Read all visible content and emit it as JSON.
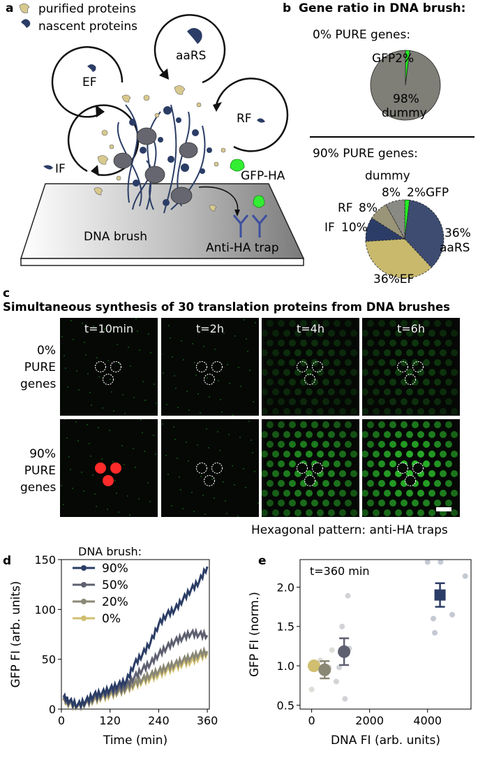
{
  "panel_a": {
    "letter": "a",
    "legend": {
      "purified": "purified proteins",
      "nascent": "nascent proteins"
    },
    "labels": {
      "aaRS": "aaRS",
      "EF": "EF",
      "RF": "RF",
      "IF": "IF",
      "gfp_ha": "GFP-HA",
      "dna_brush": "DNA brush",
      "anti_ha": "Anti-HA trap"
    },
    "colors": {
      "purified": "#d8c98e",
      "nascent": "#2b3d66",
      "dna": "#2b3d66",
      "gfp": "#33ee33",
      "ribosome": "#666670"
    }
  },
  "panel_b": {
    "letter": "b",
    "title": "Gene ratio in DNA brush:",
    "pie1": {
      "subtitle": "0% PURE genes:",
      "label_gfp": "GFP2%",
      "label_dummy_pct": "98%",
      "label_dummy": "dummy"
    },
    "pie2": {
      "subtitle": "90% PURE genes:",
      "label_dummy": "dummy",
      "labels": {
        "dummy_pct": "8%",
        "gfp_pct": "2%GFP",
        "rf": "RF",
        "rf_pct": "8%",
        "if": "IF",
        "if_pct": "10%",
        "aars_pct": "36%",
        "aars": "aaRS",
        "ef": "36%EF"
      }
    }
  },
  "panel_c": {
    "letter": "c",
    "title": "Simultaneous synthesis of 30 translation proteins from DNA brushes",
    "time_labels": [
      "t=10min",
      "t=2h",
      "t=4h",
      "t=6h"
    ],
    "row_labels": [
      [
        "0%",
        "PURE",
        "genes"
      ],
      [
        "90%",
        "PURE",
        "genes"
      ]
    ],
    "caption": "Hexagonal pattern: anti-HA traps"
  },
  "panel_d": {
    "letter": "d"
  },
  "panel_e": {
    "letter": "e"
  },
  "chart_data": [
    {
      "type": "pie",
      "subtitle": "0% PURE genes:",
      "slices": [
        {
          "label": "GFP",
          "value": 2,
          "color": "#22ee22"
        },
        {
          "label": "dummy",
          "value": 98,
          "color": "#7f7f78"
        }
      ]
    },
    {
      "type": "pie",
      "subtitle": "90% PURE genes:",
      "slices": [
        {
          "label": "GFP",
          "value": 2,
          "color": "#22ee22"
        },
        {
          "label": "aaRS",
          "value": 36,
          "color": "#3d4c70"
        },
        {
          "label": "EF",
          "value": 36,
          "color": "#c8b96d"
        },
        {
          "label": "IF",
          "value": 10,
          "color": "#2b3d66"
        },
        {
          "label": "RF",
          "value": 8,
          "color": "#9a9478"
        },
        {
          "label": "dummy",
          "value": 8,
          "color": "#8a8a84"
        }
      ]
    },
    {
      "type": "line",
      "legend_title": "DNA brush:",
      "xlabel": "Time (min)",
      "ylabel": "GFP FI (arb. units)",
      "xlim": [
        0,
        365
      ],
      "ylim": [
        0,
        150
      ],
      "xticks": [
        0,
        120,
        240,
        360
      ],
      "yticks": [
        0,
        50,
        100,
        150
      ],
      "series": [
        {
          "name": "90%",
          "color": "#2b3d66",
          "x": [
            5,
            20,
            40,
            60,
            80,
            100,
            120,
            140,
            160,
            180,
            200,
            220,
            240,
            260,
            280,
            300,
            320,
            340,
            360
          ],
          "y": [
            12,
            8,
            4,
            8,
            14,
            16,
            20,
            24,
            28,
            45,
            55,
            67,
            85,
            95,
            100,
            110,
            120,
            128,
            143
          ]
        },
        {
          "name": "50%",
          "color": "#5e6070",
          "x": [
            5,
            20,
            40,
            60,
            80,
            100,
            120,
            140,
            160,
            180,
            200,
            220,
            240,
            260,
            280,
            300,
            320,
            340,
            360
          ],
          "y": [
            10,
            7,
            4,
            7,
            12,
            15,
            18,
            20,
            24,
            32,
            40,
            46,
            55,
            62,
            68,
            72,
            76,
            75,
            74
          ]
        },
        {
          "name": "20%",
          "color": "#8a8875",
          "x": [
            5,
            20,
            40,
            60,
            80,
            100,
            120,
            140,
            160,
            180,
            200,
            220,
            240,
            260,
            280,
            300,
            320,
            340,
            360
          ],
          "y": [
            9,
            6,
            3,
            6,
            10,
            13,
            16,
            18,
            21,
            26,
            30,
            34,
            38,
            42,
            45,
            49,
            52,
            55,
            58
          ]
        },
        {
          "name": "0%",
          "color": "#d0bf70",
          "x": [
            5,
            20,
            40,
            60,
            80,
            100,
            120,
            140,
            160,
            180,
            200,
            220,
            240,
            260,
            280,
            300,
            320,
            340,
            360
          ],
          "y": [
            8,
            5,
            3,
            6,
            9,
            12,
            14,
            17,
            20,
            24,
            28,
            31,
            35,
            39,
            42,
            46,
            48,
            52,
            56
          ]
        }
      ]
    },
    {
      "type": "scatter",
      "annotation": "t=360 min",
      "xlabel": "DNA FI (arb. units)",
      "ylabel": "GFP FI (norm.)",
      "xlim": [
        -400,
        5500
      ],
      "ylim": [
        0.45,
        2.35
      ],
      "xticks": [
        0,
        2000,
        4000
      ],
      "yticks": [
        0.5,
        1.0,
        1.5,
        2.0
      ],
      "series": [
        {
          "name": "0%",
          "color": "#d0bf70",
          "marker": "circle",
          "mean": {
            "x": 80,
            "y": 1.0,
            "err": 0.02
          },
          "points": [
            [
              60,
              1.0
            ],
            [
              80,
              1.0
            ],
            [
              100,
              1.0
            ],
            [
              110,
              1.0
            ]
          ]
        },
        {
          "name": "20%",
          "color": "#8a8875",
          "marker": "circle",
          "mean": {
            "x": 450,
            "y": 0.95,
            "err": 0.11
          },
          "points": [
            [
              0,
              0.7
            ],
            [
              300,
              1.07
            ],
            [
              500,
              0.9
            ],
            [
              600,
              0.98
            ],
            [
              700,
              1.2
            ]
          ]
        },
        {
          "name": "50%",
          "color": "#5e6070",
          "marker": "circle",
          "mean": {
            "x": 1120,
            "y": 1.18,
            "err": 0.17
          },
          "points": [
            [
              850,
              0.8
            ],
            [
              950,
              0.98
            ],
            [
              1050,
              1.5
            ],
            [
              1150,
              0.58
            ],
            [
              1250,
              1.89
            ],
            [
              1300,
              1.22
            ]
          ]
        },
        {
          "name": "90%",
          "color": "#2b3d66",
          "marker": "square",
          "mean": {
            "x": 4430,
            "y": 1.9,
            "err": 0.15
          },
          "points": [
            [
              4000,
              2.32
            ],
            [
              4200,
              1.6
            ],
            [
              4250,
              1.42
            ],
            [
              4450,
              2.32
            ],
            [
              4850,
              1.65
            ],
            [
              5300,
              2.14
            ]
          ]
        }
      ]
    }
  ]
}
